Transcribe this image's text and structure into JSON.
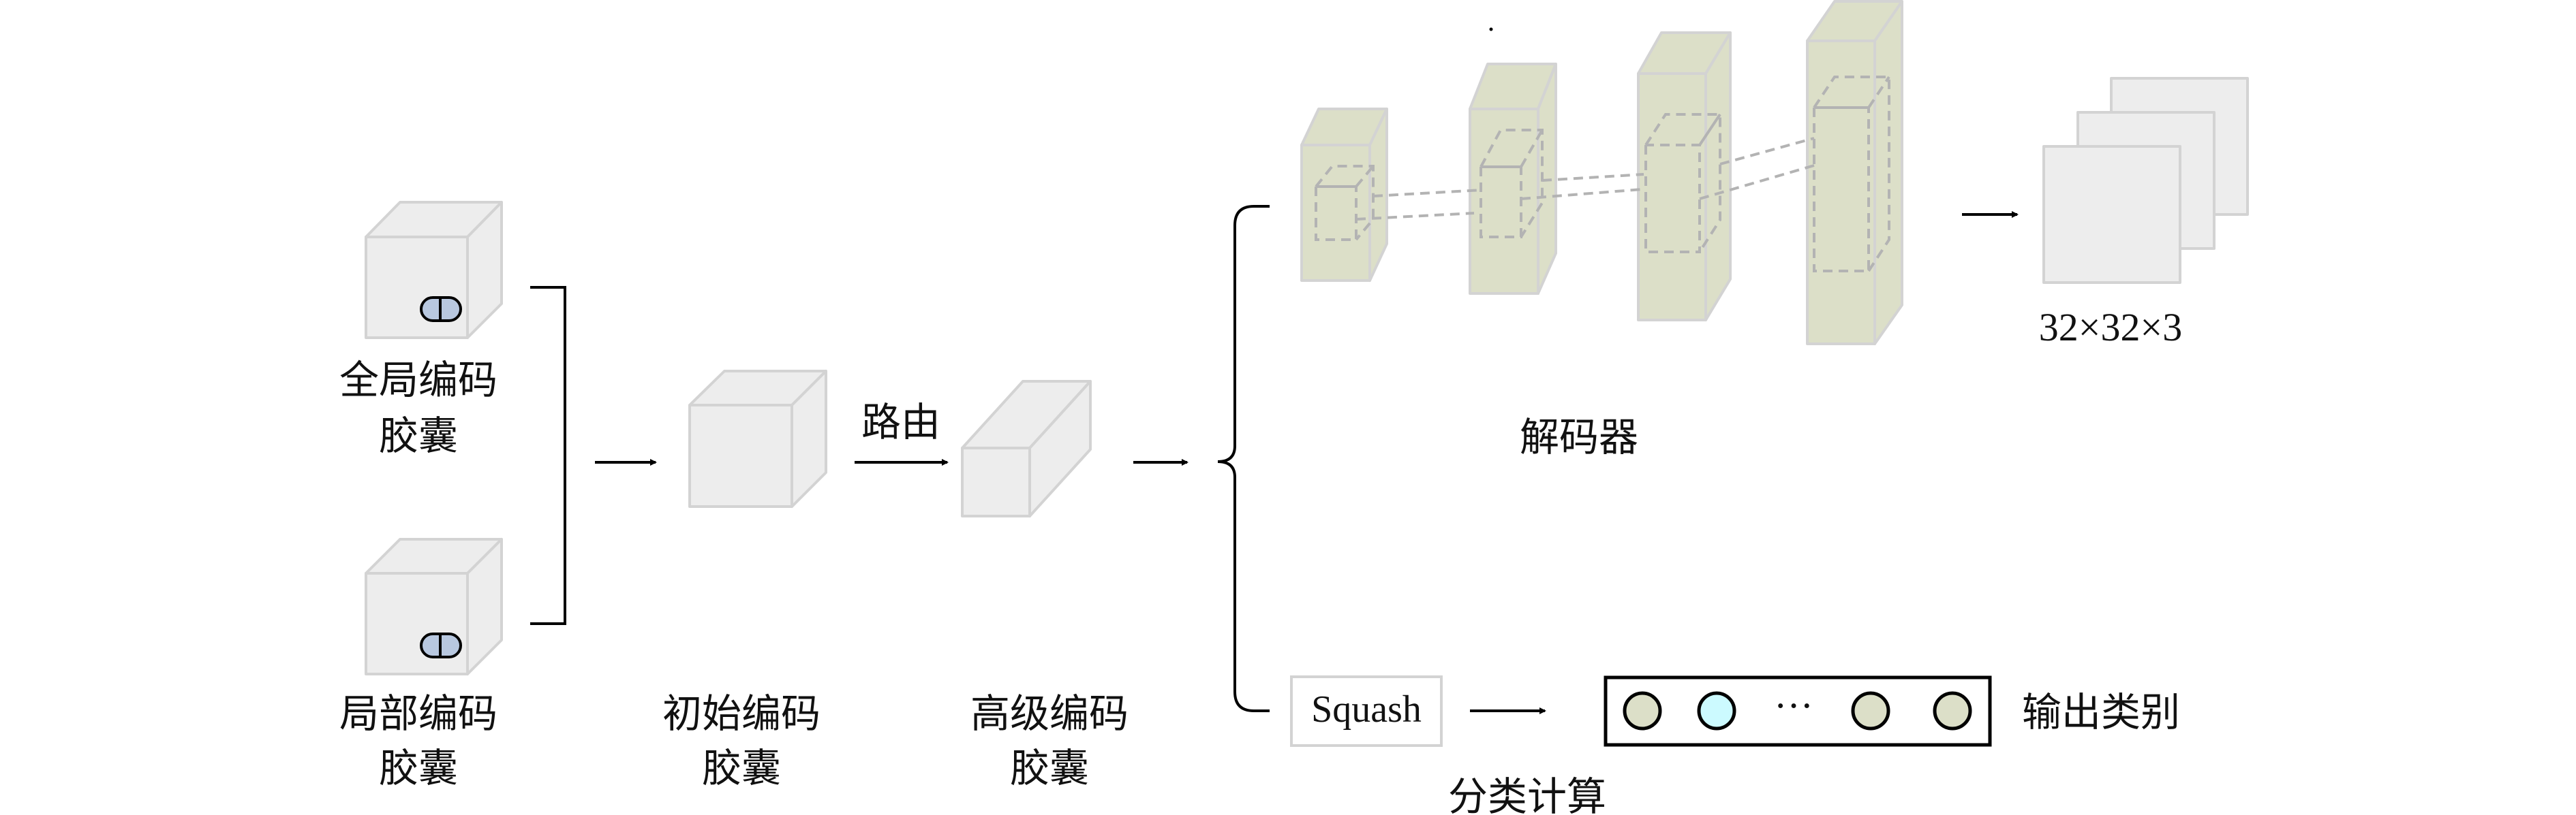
{
  "diagram": {
    "inputs": [
      {
        "id": "global",
        "label_line1": "全局编码",
        "label_line2": "胶囊",
        "capsule_color": "#b8c8e0"
      },
      {
        "id": "local",
        "label_line1": "局部编码",
        "label_line2": "胶囊",
        "capsule_color": "#b8c8e0"
      }
    ],
    "primary": {
      "label_line1": "初始编码",
      "label_line2": "胶囊"
    },
    "routing_label": "路由",
    "high_level": {
      "label_line1": "高级编码",
      "label_line2": "胶囊"
    },
    "decoder": {
      "label": "解码器",
      "layers": 4,
      "layer_color": "#dcdfc8",
      "output_label": "32×32×3",
      "output_channels": 3
    },
    "classifier": {
      "squash_label": "Squash",
      "label": "分类计算",
      "output_label": "输出类别",
      "ellipsis": "···",
      "nodes": [
        {
          "color": "#dcdfc8"
        },
        {
          "color": "#ccfaff"
        },
        {
          "color": "#dcdfc8"
        },
        {
          "color": "#dcdfc8"
        }
      ]
    }
  },
  "colors": {
    "box_fill": "#ededed",
    "box_stroke": "#d3d3d3",
    "dash_stroke": "#b3b3b3",
    "arrow": "#000000"
  }
}
